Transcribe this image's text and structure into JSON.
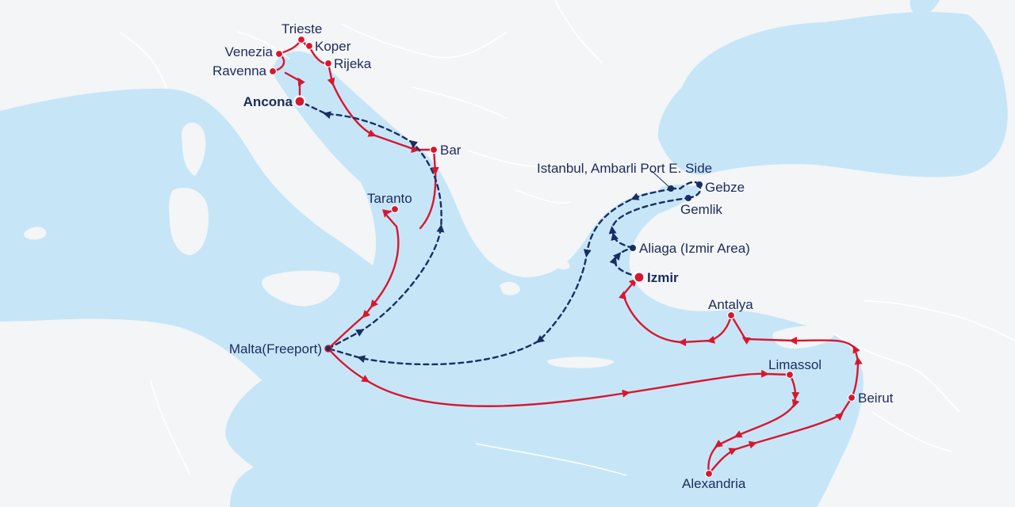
{
  "map": {
    "colors": {
      "land": "#f4f5f6",
      "sea": "#c6e6f8",
      "border": "#ffffff",
      "red_route": "#d7172f",
      "navy_route": "#1a2e63",
      "label": "#1d2b5c"
    },
    "ports": {
      "trieste": "Trieste",
      "koper": "Koper",
      "venezia": "Venezia",
      "rijeka": "Rijeka",
      "ravenna": "Ravenna",
      "ancona": "Ancona",
      "bar": "Bar",
      "taranto": "Taranto",
      "malta": "Malta(Freeport)",
      "istanbul": "Istanbul, Ambarli Port E. Side",
      "gebze": "Gebze",
      "gemlik": "Gemlik",
      "aliaga": "Aliaga (Izmir Area)",
      "izmir": "Izmir",
      "antalya": "Antalya",
      "limassol": "Limassol",
      "beirut": "Beirut",
      "alexandria": "Alexandria"
    },
    "hub_ports": [
      "Ancona",
      "Izmir"
    ],
    "route_styles": {
      "red_route": "solid line with arrowheads",
      "navy_route": "dashed line with arrowheads"
    }
  }
}
